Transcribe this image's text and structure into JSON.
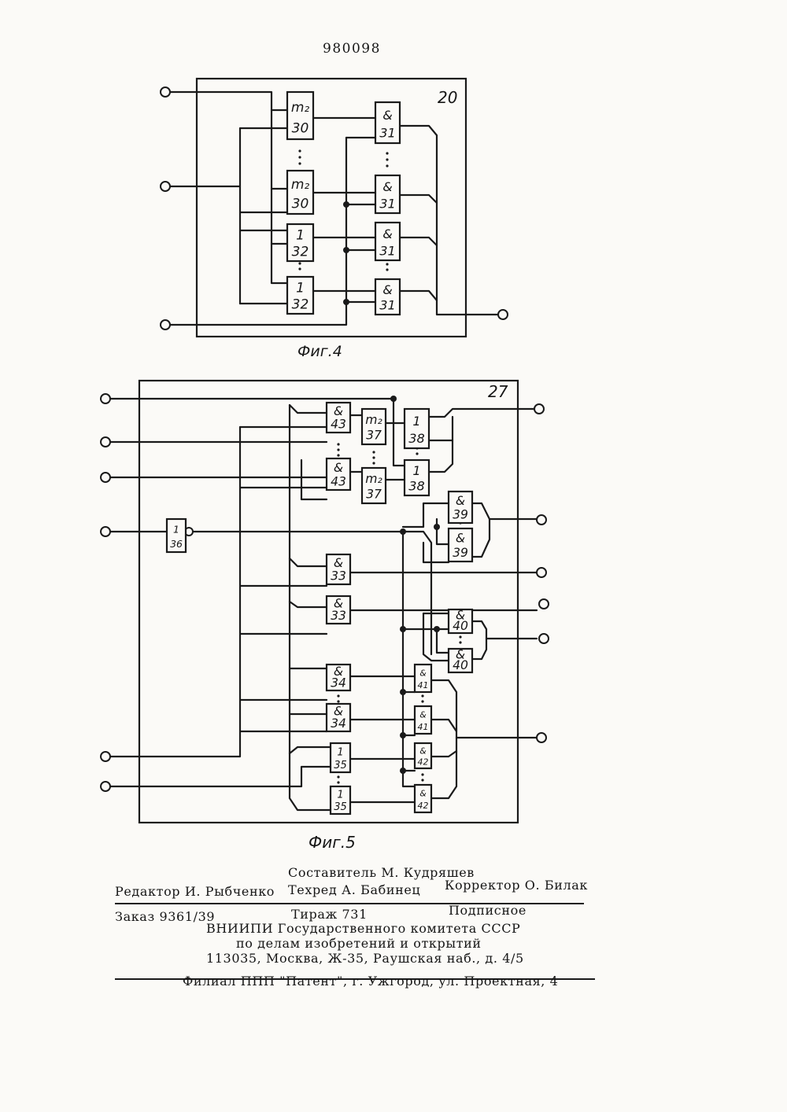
{
  "header": {
    "patent_number": "980098"
  },
  "fig4": {
    "caption": "Фиг.4",
    "frame_label": "20",
    "blocks": [
      {
        "sym": "m₂",
        "num": "30"
      },
      {
        "sym": "m₂",
        "num": "30"
      },
      {
        "sym": "1",
        "num": "32"
      },
      {
        "sym": "1",
        "num": "32"
      },
      {
        "sym": "&",
        "num": "31"
      },
      {
        "sym": "&",
        "num": "31"
      },
      {
        "sym": "&",
        "num": "31"
      },
      {
        "sym": "&",
        "num": "31"
      }
    ]
  },
  "fig5": {
    "caption": "Фиг.5",
    "frame_label": "27",
    "blocks": [
      {
        "sym": "1",
        "num": "36"
      },
      {
        "sym": "&",
        "num": "43"
      },
      {
        "sym": "&",
        "num": "43"
      },
      {
        "sym": "m₂",
        "num": "37"
      },
      {
        "sym": "m₂",
        "num": "37"
      },
      {
        "sym": "1",
        "num": "38"
      },
      {
        "sym": "1",
        "num": "38"
      },
      {
        "sym": "&",
        "num": "39"
      },
      {
        "sym": "&",
        "num": "39"
      },
      {
        "sym": "&",
        "num": "33"
      },
      {
        "sym": "&",
        "num": "33"
      },
      {
        "sym": "&",
        "num": "40"
      },
      {
        "sym": "&",
        "num": "40"
      },
      {
        "sym": "&",
        "num": "34"
      },
      {
        "sym": "&",
        "num": "34"
      },
      {
        "sym": "1",
        "num": "35"
      },
      {
        "sym": "1",
        "num": "35"
      },
      {
        "sym": "&",
        "num": "41"
      },
      {
        "sym": "&",
        "num": "41"
      },
      {
        "sym": "&",
        "num": "42"
      },
      {
        "sym": "&",
        "num": "42"
      }
    ]
  },
  "footer": {
    "compiler": "Составитель М. Кудряшев",
    "editor": "Редактор И. Рыбченко",
    "techred": "Техред А. Бабинец",
    "corrector": "Корректор О. Билак",
    "order": "Заказ 9361/39",
    "print_run": "Тираж 731",
    "subscription": "Подписное",
    "org": "ВНИИПИ Государственного комитета СССР",
    "dept": "по делам изобретений и открытий",
    "address": "113035, Москва, Ж-35, Раушская наб., д. 4/5",
    "branch": "Филиал ППП \"Патент\", г. Ужгород, ул. Проектная, 4"
  }
}
